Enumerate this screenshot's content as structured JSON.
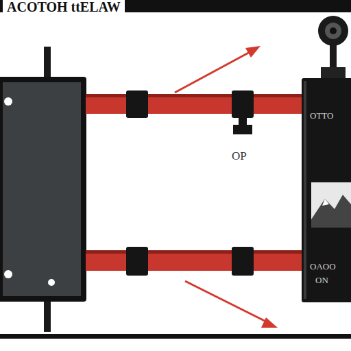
{
  "diagram": {
    "title": "ACOTOH ttELAW",
    "nodes": [
      {
        "text": [
          "OTTO",
          "OAOO",
          "ON"
        ]
      }
    ],
    "labels": [
      "OP"
    ]
  }
}
